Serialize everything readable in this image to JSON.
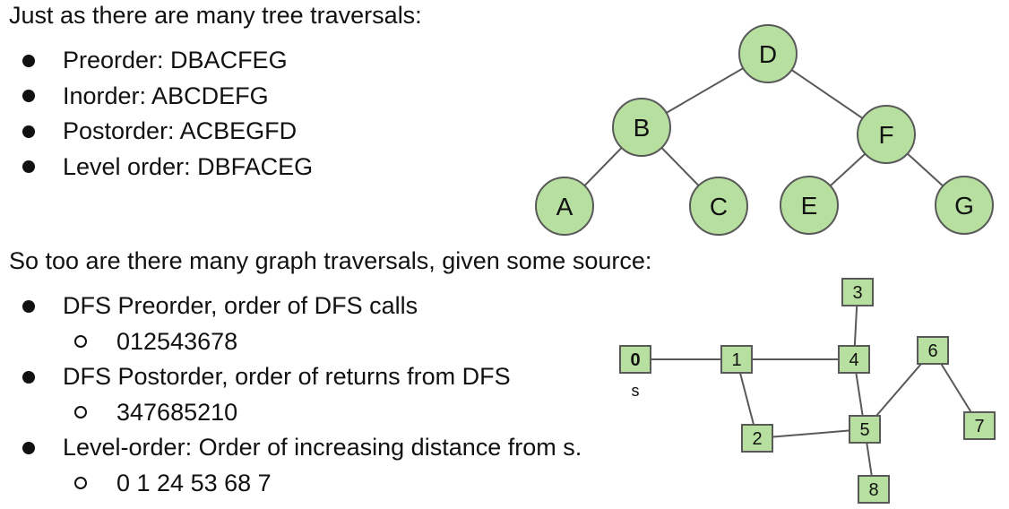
{
  "tree_section": {
    "heading": "Just as there are many tree traversals:",
    "items": [
      "Preorder: DBACFEG",
      "Inorder: ABCDEFG",
      "Postorder: ACBEGFD",
      "Level order: DBFACEG"
    ]
  },
  "graph_section": {
    "heading": "So too are there many graph traversals, given some source:",
    "items": [
      {
        "level": 1,
        "text": "DFS Preorder, order of DFS calls"
      },
      {
        "level": 2,
        "text": "012543678"
      },
      {
        "level": 1,
        "text": "DFS Postorder, order of returns from DFS"
      },
      {
        "level": 2,
        "text": "347685210"
      },
      {
        "level": 1,
        "text": "Level-order: Order of increasing distance from s."
      },
      {
        "level": 2,
        "text": "0 1 24 53 68 7"
      }
    ]
  },
  "tree_diagram": {
    "node_fill": "#b7e0a0",
    "node_stroke": "#595959",
    "edge_color": "#595959",
    "nodes": [
      "D",
      "B",
      "F",
      "A",
      "C",
      "E",
      "G"
    ],
    "edges": [
      [
        "D",
        "B"
      ],
      [
        "D",
        "F"
      ],
      [
        "B",
        "A"
      ],
      [
        "B",
        "C"
      ],
      [
        "F",
        "E"
      ],
      [
        "F",
        "G"
      ]
    ]
  },
  "graph_diagram": {
    "node_fill": "#b7e0a0",
    "node_stroke": "#595959",
    "edge_color": "#595959",
    "nodes": [
      "0",
      "1",
      "2",
      "3",
      "4",
      "5",
      "6",
      "7",
      "8"
    ],
    "source_node": "0",
    "source_label": "s",
    "edges": [
      [
        "0",
        "1"
      ],
      [
        "1",
        "4"
      ],
      [
        "1",
        "2"
      ],
      [
        "4",
        "3"
      ],
      [
        "4",
        "5"
      ],
      [
        "2",
        "5"
      ],
      [
        "5",
        "6"
      ],
      [
        "6",
        "7"
      ],
      [
        "5",
        "8"
      ]
    ]
  }
}
